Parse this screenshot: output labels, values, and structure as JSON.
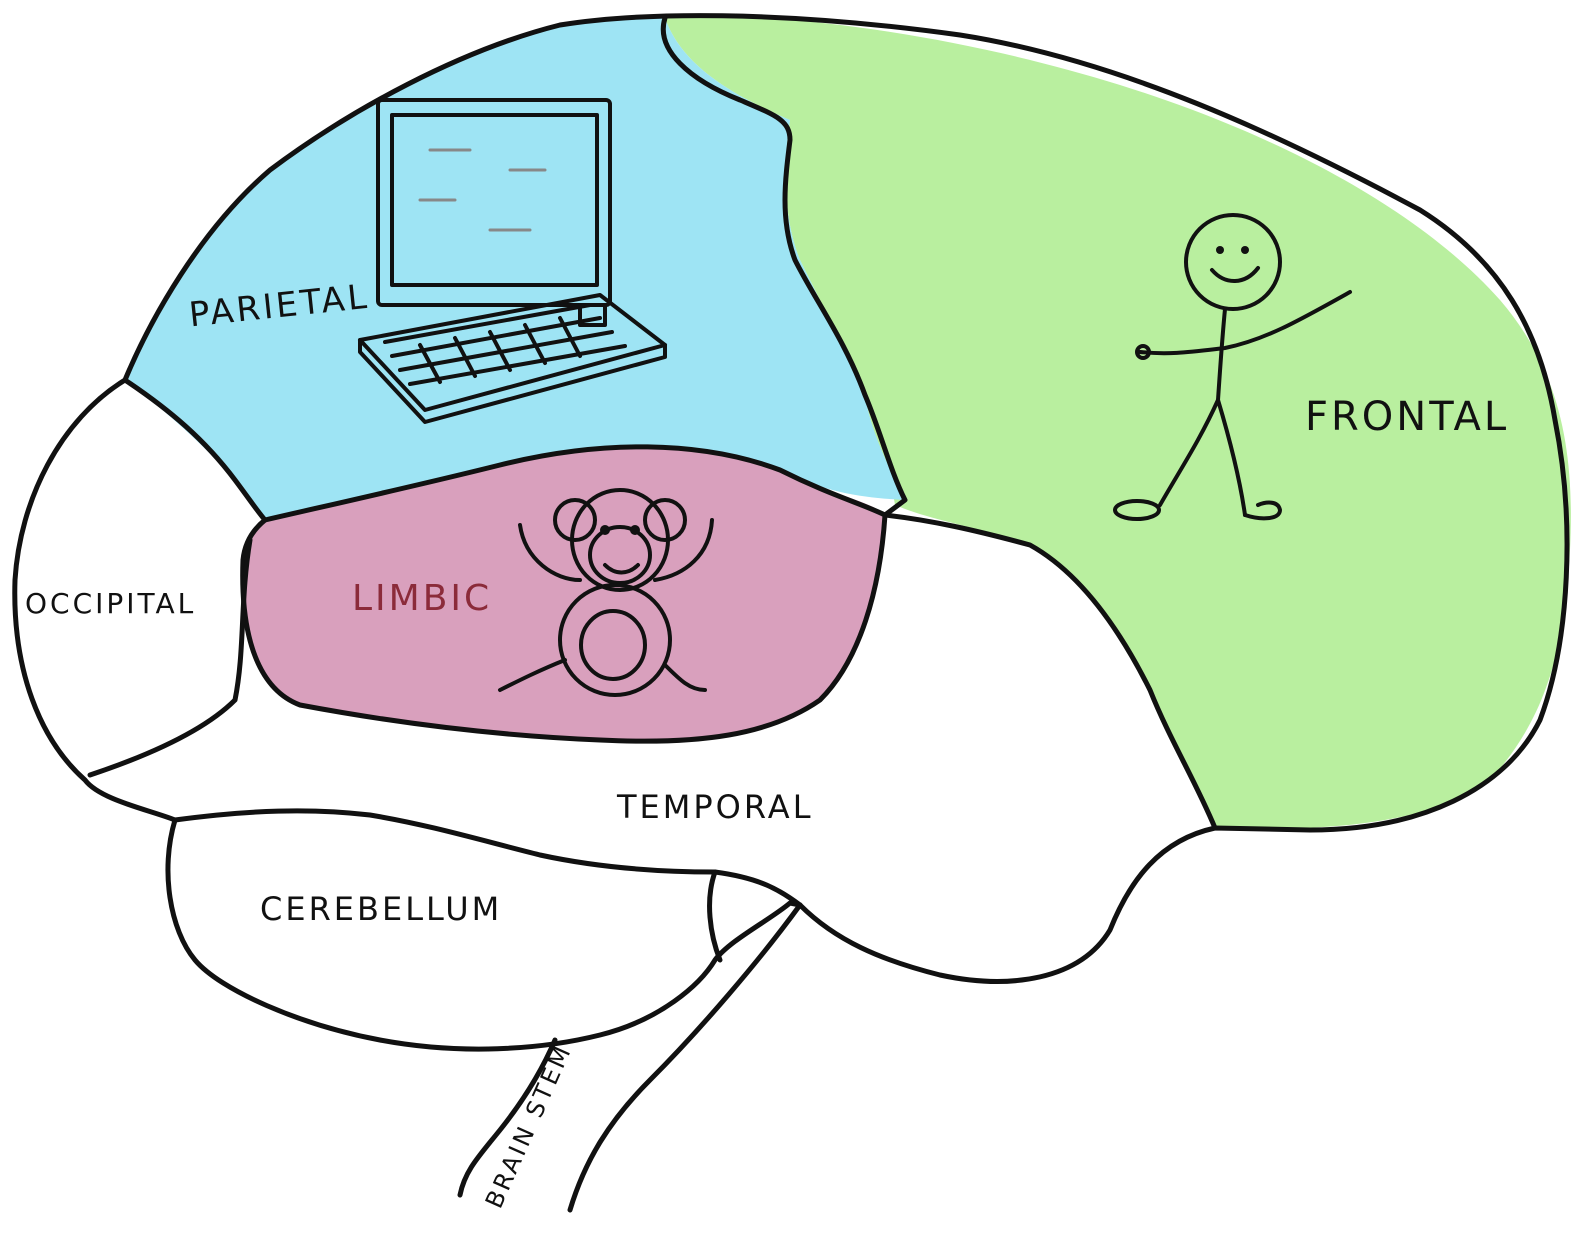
{
  "labels": {
    "parietal": "PARIETAL",
    "frontal": "FRONTAL",
    "occipital": "OCCIPITAL",
    "limbic": "LIMBIC",
    "temporal": "TEMPORAL",
    "cerebellum": "CEREBELLUM",
    "brain_stem": "BRAIN STEM"
  },
  "colors": {
    "parietal": "#9ee4f4",
    "frontal": "#b9ef9f",
    "limbic": "#d9a0bd",
    "limbic_text": "#8b2b3a",
    "outline": "#111111"
  },
  "icons": {
    "parietal": "computer-icon",
    "limbic": "monkey-icon",
    "frontal": "stick-figure-icon"
  }
}
